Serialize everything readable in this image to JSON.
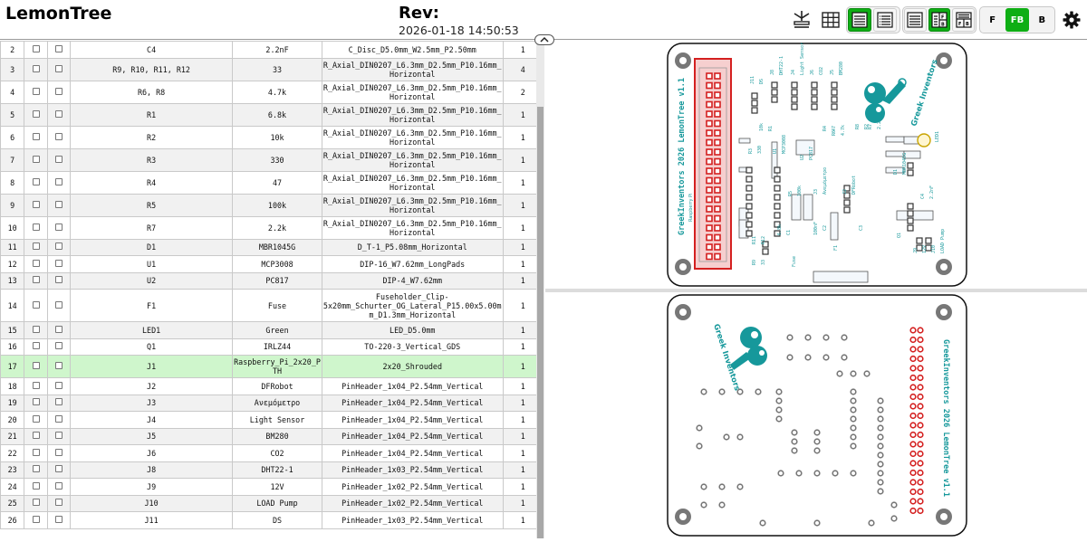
{
  "header": {
    "title": "LemonTree",
    "rev_label": "Rev:",
    "rev_date": "2026-01-18 14:50:53"
  },
  "toolbar": {
    "layer_front": "F",
    "layer_both": "FB",
    "layer_back": "B"
  },
  "bom": {
    "rows": [
      {
        "n": "2",
        "ref": "C4",
        "val": "2.2nF",
        "fp": "C_Disc_D5.0mm_W2.5mm_P2.50mm",
        "qty": "1"
      },
      {
        "n": "3",
        "ref": "R9, R10, R11, R12",
        "val": "33",
        "fp": "R_Axial_DIN0207_L6.3mm_D2.5mm_P10.16mm_ Horizontal",
        "qty": "4"
      },
      {
        "n": "4",
        "ref": "R6, R8",
        "val": "4.7k",
        "fp": "R_Axial_DIN0207_L6.3mm_D2.5mm_P10.16mm_ Horizontal",
        "qty": "2"
      },
      {
        "n": "5",
        "ref": "R1",
        "val": "6.8k",
        "fp": "R_Axial_DIN0207_L6.3mm_D2.5mm_P10.16mm_ Horizontal",
        "qty": "1"
      },
      {
        "n": "6",
        "ref": "R2",
        "val": "10k",
        "fp": "R_Axial_DIN0207_L6.3mm_D2.5mm_P10.16mm_ Horizontal",
        "qty": "1"
      },
      {
        "n": "7",
        "ref": "R3",
        "val": "330",
        "fp": "R_Axial_DIN0207_L6.3mm_D2.5mm_P10.16mm_ Horizontal",
        "qty": "1"
      },
      {
        "n": "8",
        "ref": "R4",
        "val": "47",
        "fp": "R_Axial_DIN0207_L6.3mm_D2.5mm_P10.16mm_ Horizontal",
        "qty": "1"
      },
      {
        "n": "9",
        "ref": "R5",
        "val": "100k",
        "fp": "R_Axial_DIN0207_L6.3mm_D2.5mm_P10.16mm_ Horizontal",
        "qty": "1"
      },
      {
        "n": "10",
        "ref": "R7",
        "val": "2.2k",
        "fp": "R_Axial_DIN0207_L6.3mm_D2.5mm_P10.16mm_ Horizontal",
        "qty": "1"
      },
      {
        "n": "11",
        "ref": "D1",
        "val": "MBR1045G",
        "fp": "D_T-1_P5.08mm_Horizontal",
        "qty": "1"
      },
      {
        "n": "12",
        "ref": "U1",
        "val": "MCP3008",
        "fp": "DIP-16_W7.62mm_LongPads",
        "qty": "1"
      },
      {
        "n": "13",
        "ref": "U2",
        "val": "PC817",
        "fp": "DIP-4_W7.62mm",
        "qty": "1"
      },
      {
        "n": "14",
        "ref": "F1",
        "val": "Fuse",
        "fp": "Fuseholder_Clip- 5x20mm_Schurter_OG_Lateral_P15.00x5.00m m_D1.3mm_Horizontal",
        "qty": "1"
      },
      {
        "n": "15",
        "ref": "LED1",
        "val": "Green",
        "fp": "LED_D5.0mm",
        "qty": "1"
      },
      {
        "n": "16",
        "ref": "Q1",
        "val": "IRLZ44",
        "fp": "TO-220-3_Vertical_GDS",
        "qty": "1"
      },
      {
        "n": "17",
        "ref": "J1",
        "val": "Raspberry_Pi_2x20_P TH",
        "fp": "2x20_Shrouded",
        "qty": "1"
      },
      {
        "n": "18",
        "ref": "J2",
        "val": "DFRobot",
        "fp": "PinHeader_1x04_P2.54mm_Vertical",
        "qty": "1"
      },
      {
        "n": "19",
        "ref": "J3",
        "val": "Ανεμόμετρο",
        "fp": "PinHeader_1x04_P2.54mm_Vertical",
        "qty": "1"
      },
      {
        "n": "20",
        "ref": "J4",
        "val": "Light Sensor",
        "fp": "PinHeader_1x04_P2.54mm_Vertical",
        "qty": "1"
      },
      {
        "n": "21",
        "ref": "J5",
        "val": "BM280",
        "fp": "PinHeader_1x04_P2.54mm_Vertical",
        "qty": "1"
      },
      {
        "n": "22",
        "ref": "J6",
        "val": "CO2",
        "fp": "PinHeader_1x04_P2.54mm_Vertical",
        "qty": "1"
      },
      {
        "n": "23",
        "ref": "J8",
        "val": "DHT22-1",
        "fp": "PinHeader_1x03_P2.54mm_Vertical",
        "qty": "1"
      },
      {
        "n": "24",
        "ref": "J9",
        "val": "12V",
        "fp": "PinHeader_1x02_P2.54mm_Vertical",
        "qty": "1"
      },
      {
        "n": "25",
        "ref": "J10",
        "val": "LOAD Pump",
        "fp": "PinHeader_1x02_P2.54mm_Vertical",
        "qty": "1"
      },
      {
        "n": "26",
        "ref": "J11",
        "val": "DS",
        "fp": "PinHeader_1x03_P2.54mm_Vertical",
        "qty": "1"
      }
    ],
    "highlighted_row": "17"
  },
  "pcb_front": {
    "board_title": "GreekInventors 2026 LemonTree v1.1",
    "brand": "Greek Inventors",
    "pi_label": "Raspberry Pi",
    "labels": [
      "J11",
      "DS",
      "J8",
      "DHT22-1",
      "J4",
      "Light Sensor",
      "J6",
      "CO2",
      "J5",
      "BM280",
      "R3",
      "330",
      "U1",
      "MCP3008",
      "U2",
      "PC817",
      "R5",
      "100k",
      "R4",
      "47",
      "R7",
      "2.2k",
      "LED1",
      "D1",
      "MBR1045G",
      "C4",
      "2.2nF",
      "Q1",
      "J9",
      "12V",
      "J10",
      "LOAD Pump",
      "F1",
      "Fuse",
      "R9",
      "33",
      "R11",
      "R12",
      "J2",
      "DFRobot",
      "J3",
      "Ανεμόμετρο",
      "R6",
      "4.7k",
      "R8",
      "R2",
      "10k",
      "R1",
      "6.8k",
      "C1",
      "100nF",
      "C2",
      "C3"
    ]
  },
  "pcb_back": {
    "board_title": "GreekInventors 2026 LemonTree v1.1",
    "brand": "Greek Inventors"
  },
  "colors": {
    "accent_green": "#0eae14",
    "highlight_row": "#cff6cc",
    "silkscreen": "#16989b",
    "pad_red": "#d42020",
    "board_outline": "#111111"
  }
}
